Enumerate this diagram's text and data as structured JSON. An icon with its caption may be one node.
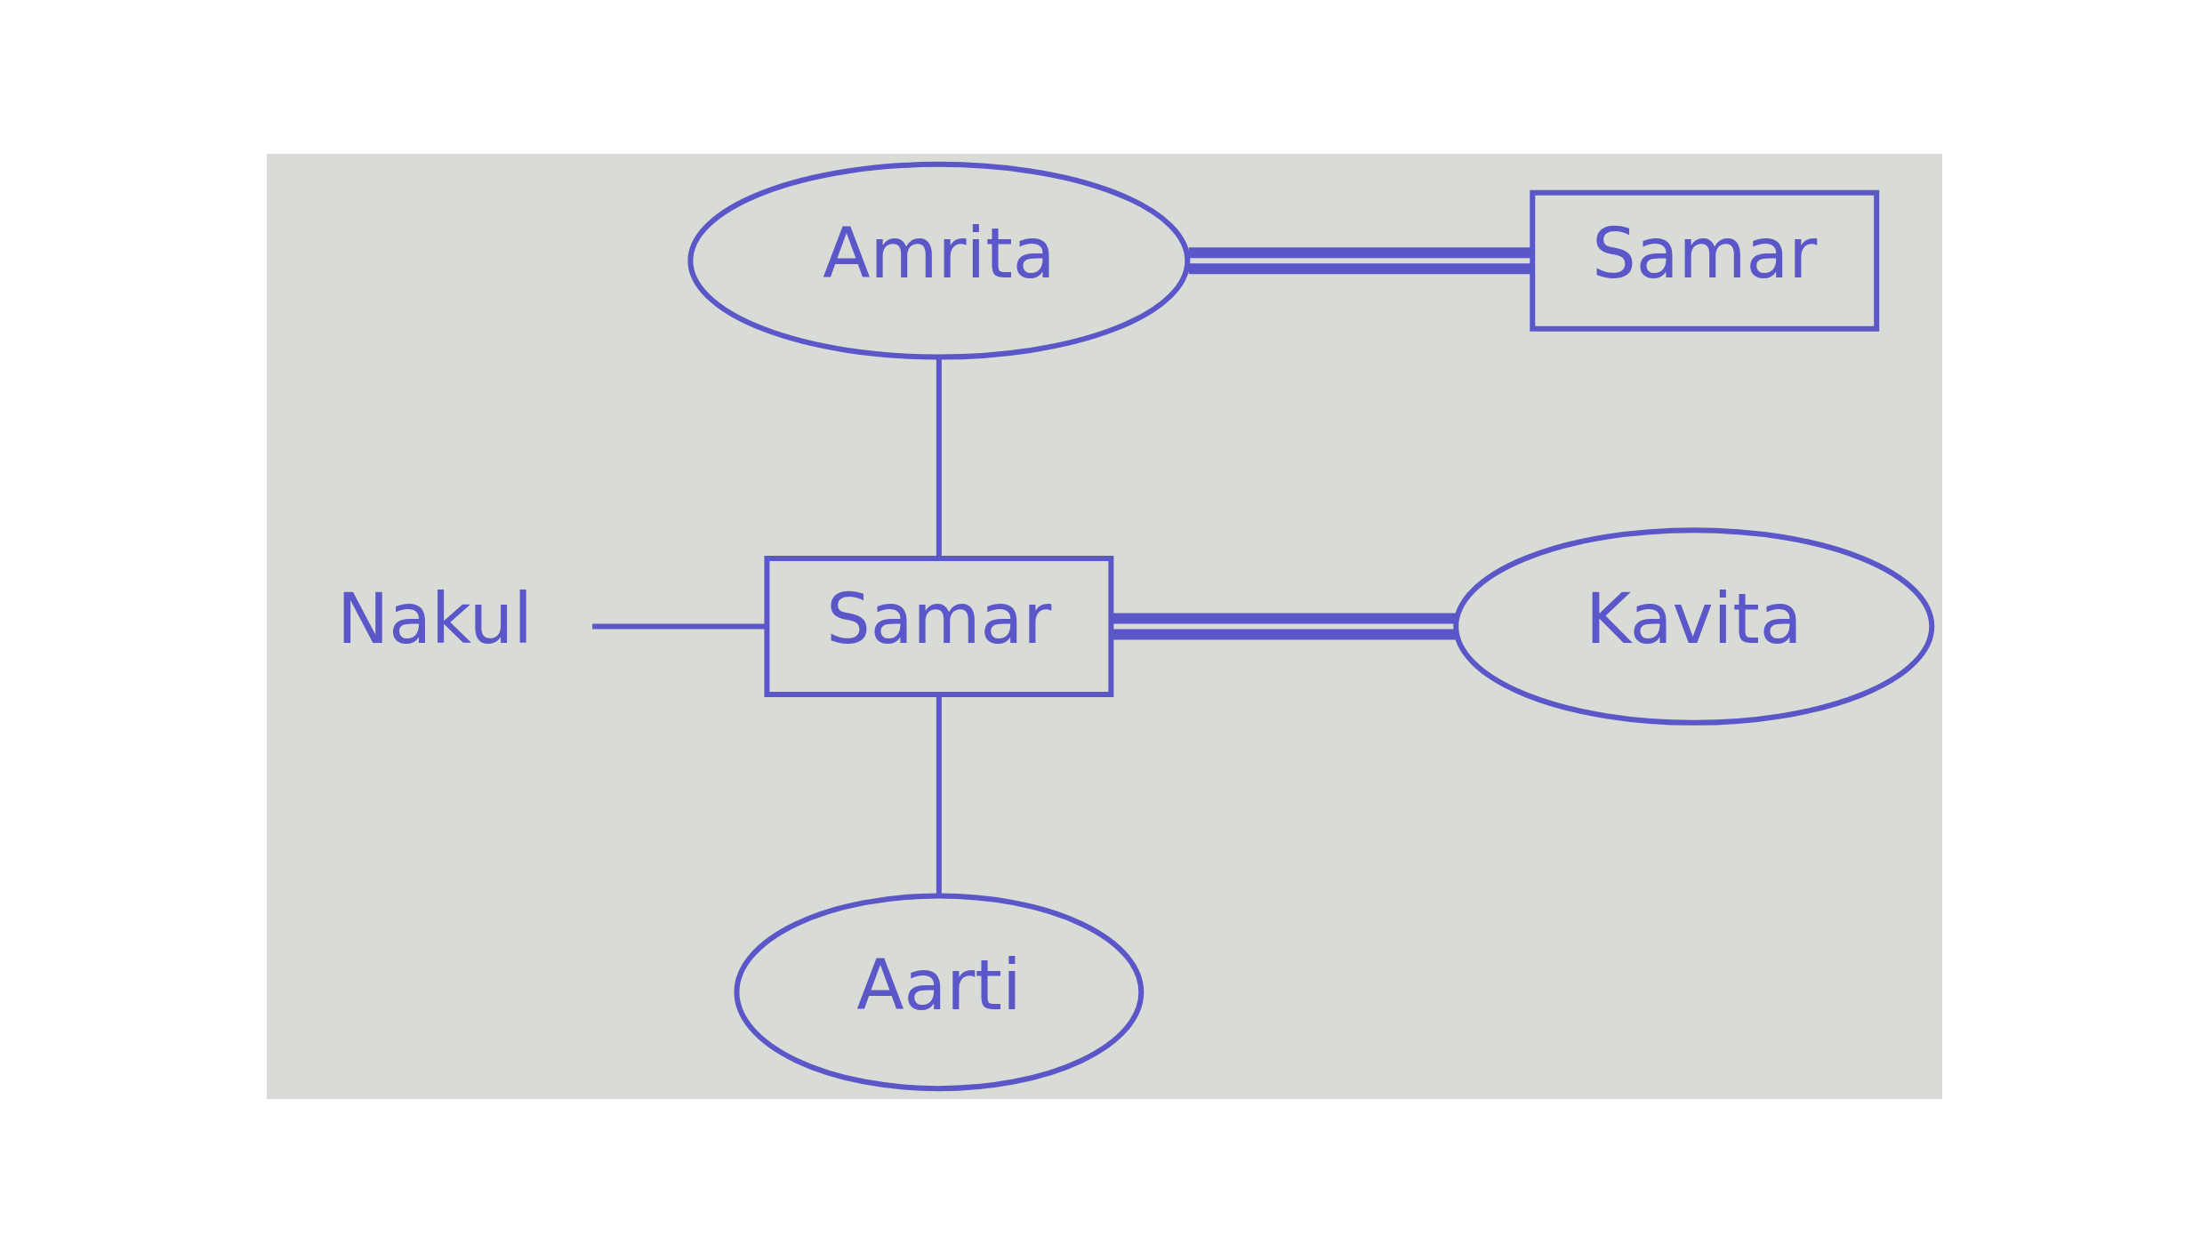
{
  "diagram": {
    "nodes": [
      {
        "text": [
          "Amrita"
        ]
      },
      {
        "text": [
          "Samar"
        ]
      },
      {
        "text": [
          "Nakul"
        ]
      },
      {
        "text": [
          "Samar"
        ]
      },
      {
        "text": [
          "Kavita"
        ]
      },
      {
        "text": [
          "Aarti"
        ]
      }
    ],
    "edges": [
      {
        "from": 0,
        "to": 1,
        "arrow": "none",
        "style": "thick"
      },
      {
        "from": 0,
        "to": 3,
        "arrow": "none"
      },
      {
        "from": 2,
        "to": 3,
        "arrow": "none"
      },
      {
        "from": 3,
        "to": 4,
        "arrow": "none",
        "style": "thick"
      },
      {
        "from": 3,
        "to": 5,
        "arrow": "none"
      }
    ]
  }
}
